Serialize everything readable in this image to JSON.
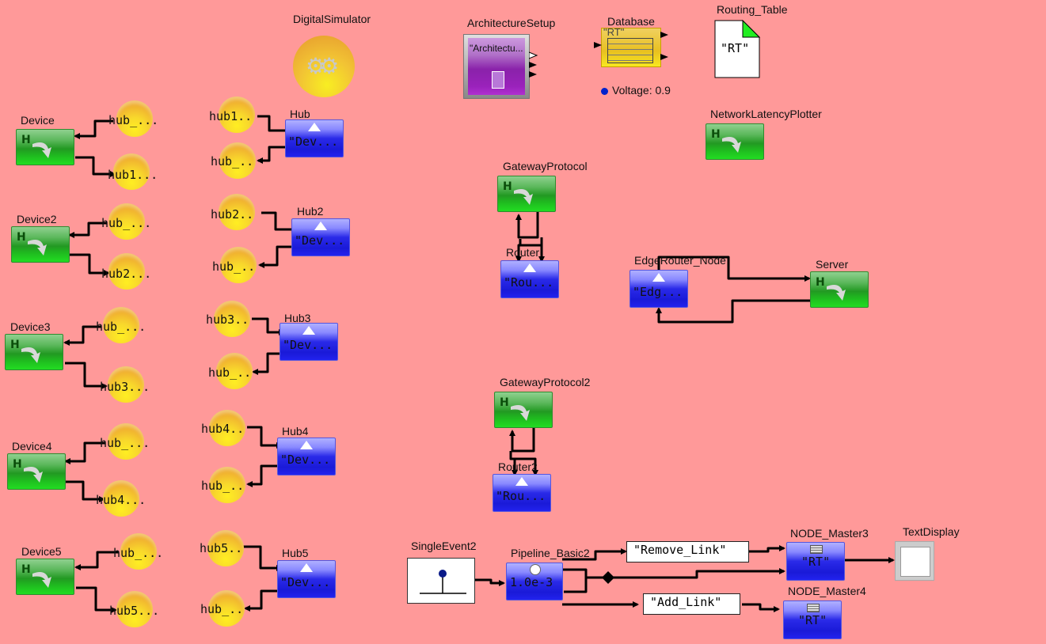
{
  "canvas": {
    "background": "#ff9999"
  },
  "top": {
    "digital_simulator": {
      "label": "DigitalSimulator"
    },
    "architecture_setup": {
      "label": "ArchitectureSetup",
      "value": "\"Architectu..."
    },
    "database": {
      "label": "Database",
      "value": "\"RT\""
    },
    "voltage": {
      "text": "Voltage: 0.9"
    },
    "routing_table": {
      "label": "Routing_Table",
      "value": "\"RT\""
    },
    "network_latency_plotter": {
      "label": "NetworkLatencyPlotter"
    }
  },
  "devices": [
    {
      "label": "Device",
      "in_hub": "hub_...",
      "out_hub": "hub1..."
    },
    {
      "label": "Device2",
      "in_hub": "hub_...",
      "out_hub": "hub2..."
    },
    {
      "label": "Device3",
      "in_hub": "hub_...",
      "out_hub": "hub3..."
    },
    {
      "label": "Device4",
      "in_hub": "hub_...",
      "out_hub": "hub4..."
    },
    {
      "label": "Device5",
      "in_hub": "hub_...",
      "out_hub": "hub5..."
    }
  ],
  "hubs": [
    {
      "label": "Hub",
      "value": "\"Dev...",
      "in_port": "hub1..",
      "out_port": "hub_.."
    },
    {
      "label": "Hub2",
      "value": "\"Dev...",
      "in_port": "hub2..",
      "out_port": "hub_.."
    },
    {
      "label": "Hub3",
      "value": "\"Dev...",
      "in_port": "hub3..",
      "out_port": "hub_.."
    },
    {
      "label": "Hub4",
      "value": "\"Dev...",
      "in_port": "hub4..",
      "out_port": "hub_.."
    },
    {
      "label": "Hub5",
      "value": "\"Dev...",
      "in_port": "hub5..",
      "out_port": "hub_.."
    }
  ],
  "gateway1": {
    "label": "GatewayProtocol"
  },
  "router1": {
    "label": "Router",
    "value": "\"Rou..."
  },
  "gateway2": {
    "label": "GatewayProtocol2"
  },
  "router2": {
    "label": "Router2",
    "value": "\"Rou..."
  },
  "edge_router": {
    "label": "EdgeRouter_Node",
    "value": "\"Edg..."
  },
  "server": {
    "label": "Server"
  },
  "bottom": {
    "single_event": {
      "label": "SingleEvent2"
    },
    "pipeline": {
      "label": "Pipeline_Basic2",
      "value": "1.0e-3"
    },
    "remove_link": {
      "value": "\"Remove_Link\""
    },
    "add_link": {
      "value": "\"Add_Link\""
    },
    "node_master3": {
      "label": "NODE_Master3",
      "value": "\"RT\""
    },
    "node_master4": {
      "label": "NODE_Master4",
      "value": "\"RT\""
    },
    "text_display": {
      "label": "TextDisplay"
    }
  }
}
